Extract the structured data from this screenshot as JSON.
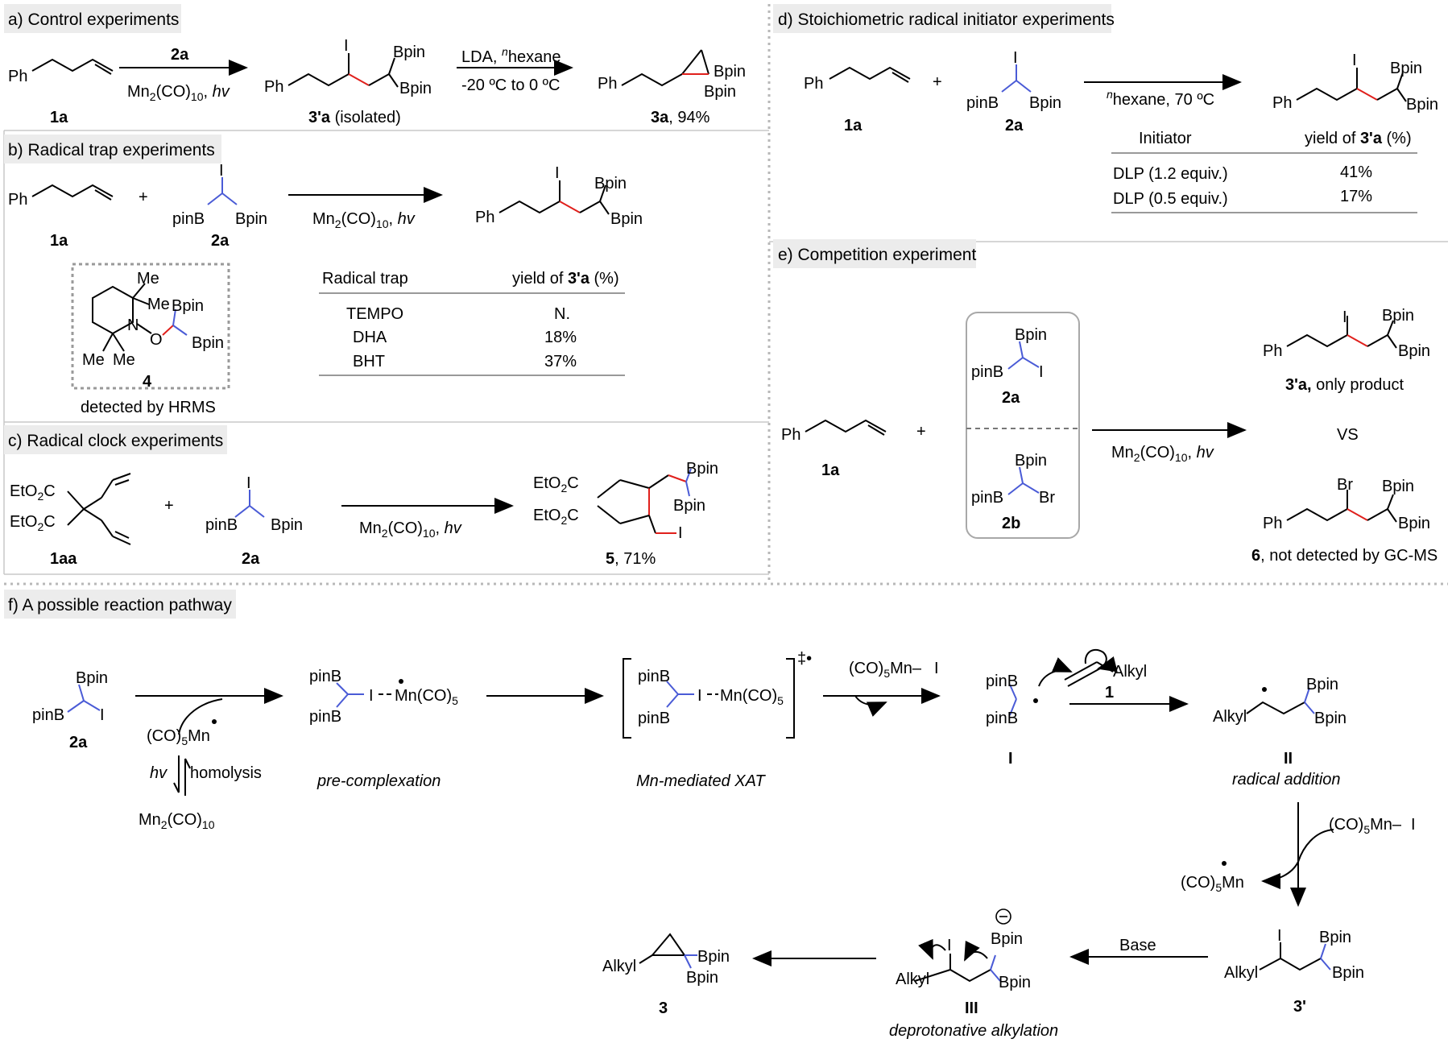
{
  "panels": {
    "a": {
      "title": "a) Control experiments"
    },
    "b": {
      "title": "b) Radical trap experiments"
    },
    "c": {
      "title": "c) Radical clock experiments"
    },
    "d": {
      "title": "d) Stoichiometric radical initiator experiments"
    },
    "e": {
      "title": "e) Competition experiment"
    },
    "f": {
      "title": "f) A possible reaction pathway"
    }
  },
  "panel_a": {
    "reagent_above": "2a",
    "conditions_1": "Mn2(CO)10, hv",
    "intermediate_label": "3'a (isolated)",
    "conditions_2_top": "LDA, nhexane",
    "conditions_2_bottom": "-20 ºC to 0 ºC",
    "product_label": "3a, 94%",
    "sm_label": "1a"
  },
  "panel_b": {
    "sm_label": "1a",
    "reagent_label": "2a",
    "conditions": "Mn2(CO)10, hv",
    "adduct_label": "4",
    "adduct_note": "detected by HRMS",
    "table": {
      "headers": [
        "Radical trap",
        "yield of 3'a (%)"
      ],
      "rows": [
        [
          "TEMPO",
          "N."
        ],
        [
          "DHA",
          "18%"
        ],
        [
          "BHT",
          "37%"
        ]
      ]
    }
  },
  "panel_c": {
    "sm_label": "1aa",
    "reagent_label": "2a",
    "conditions": "Mn2(CO)10, hv",
    "product_label": "5, 71%"
  },
  "panel_d": {
    "sm_label": "1a",
    "reagent_label": "2a",
    "conditions": "nhexane, 70 ºC",
    "table": {
      "headers": [
        "Initiator",
        "yield of 3'a (%)"
      ],
      "rows": [
        [
          "DLP (1.2 equiv.)",
          "41%"
        ],
        [
          "DLP (0.5 equiv.)",
          "17%"
        ]
      ]
    }
  },
  "panel_e": {
    "sm_label": "1a",
    "reagent_a_label": "2a",
    "reagent_b_label": "2b",
    "conditions": "Mn2(CO)10, hv",
    "product_a_label": "3'a, only product",
    "vs": "VS",
    "product_b_label": "6, not detected by GC-MS"
  },
  "panel_f": {
    "sm_label": "2a",
    "homolysis": "homolysis",
    "hv": "hv",
    "mn_dimer": "Mn2(CO)10",
    "mn_radical": "(CO)5Mn",
    "step1": "pre-complexation",
    "step2": "Mn-mediated XAT",
    "mn_iodide": "(CO)5Mn–I",
    "radical_I": "I",
    "alkene_label": "1",
    "radical_II": "II",
    "step3": "radical addition",
    "product_3p": "3'",
    "base": "Base",
    "anion_III": "III",
    "step4": "deprotonative alkylation",
    "product_3": "3"
  },
  "colors": {
    "boron_blue": "#4a5bd6",
    "manganese_red": "#8b1a1a",
    "step_cyan": "#1a8fd6",
    "new_bond_red": "#e0201c"
  }
}
